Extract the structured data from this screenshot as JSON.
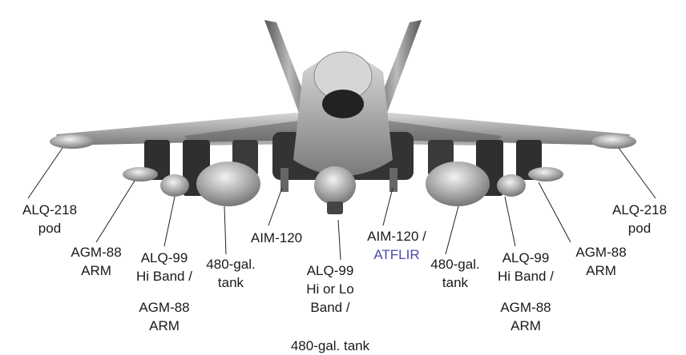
{
  "labels": {
    "alq218_left": {
      "l1": "ALQ-218",
      "l2": "pod"
    },
    "agm88_left": {
      "l1": "AGM-88",
      "l2": "ARM"
    },
    "alq99_left": {
      "l1": "ALQ-99",
      "l2": "Hi Band /",
      "l3": "AGM-88",
      "l4": "ARM"
    },
    "tank_left": {
      "l1": "480-gal.",
      "l2": "tank"
    },
    "aim120_left": {
      "l1": "AIM-120"
    },
    "center": {
      "l1": "ALQ-99",
      "l2": "Hi or Lo",
      "l3": "Band /",
      "l4": "480-gal. tank"
    },
    "aim120_right": {
      "l1": "AIM-120 /",
      "l2": "ATFLIR"
    },
    "tank_right": {
      "l1": "480-gal.",
      "l2": "tank"
    },
    "alq99_right": {
      "l1": "ALQ-99",
      "l2": "Hi Band /",
      "l3": "AGM-88",
      "l4": "ARM"
    },
    "agm88_right": {
      "l1": "AGM-88",
      "l2": "ARM"
    },
    "alq218_right": {
      "l1": "ALQ-218",
      "l2": "pod"
    }
  },
  "colors": {
    "atflir": "#4a4aa8"
  }
}
